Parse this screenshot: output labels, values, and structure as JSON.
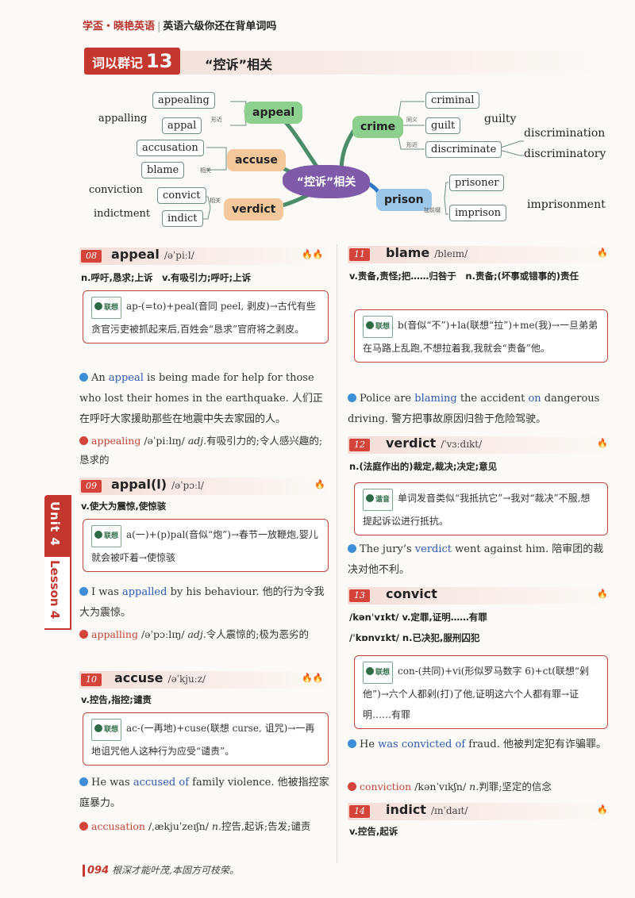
{
  "header": {
    "part1": "学盃・晓艳英语",
    "part2": "英语六级你还在背单词吗"
  },
  "group": {
    "label": "词以群记",
    "number": "13",
    "title": "“控诉”相关"
  },
  "mindmap": {
    "center": "“控诉”相关",
    "left_hubs": [
      {
        "hub": "appeal",
        "children": [
          "appealing",
          "appal"
        ],
        "extra": [
          "appalling"
        ],
        "tag": "形近"
      },
      {
        "hub": "accuse",
        "children": [
          "accusation",
          "blame"
        ],
        "tag": "相关"
      },
      {
        "hub": "verdict",
        "children": [
          "convict",
          "indict"
        ],
        "extra": [
          "conviction",
          "indictment"
        ],
        "tag": "相关"
      }
    ],
    "right_hubs": [
      {
        "hub": "crime",
        "children": [
          "criminal",
          "guilt",
          "discriminate"
        ],
        "extra": [
          "guilty",
          "discrimination",
          "discriminatory"
        ],
        "tags": [
          "同义",
          "形近"
        ]
      },
      {
        "hub": "prison",
        "children": [
          "prisoner",
          "imprison"
        ],
        "extra": [
          "imprisonment"
        ],
        "tag": "加前缀"
      }
    ]
  },
  "entries": {
    "e08": {
      "num": "08",
      "word": "appeal",
      "ipa": "/əˈpiːl/",
      "def": "n.呼吁,恳求;上诉　v.有吸引力;呼吁;上诉",
      "memo_tag": "联想",
      "memo": "ap-(=to)+peal(音同 peel, 剥皮)→古代有些贪官污吏被抓起来后,百姓会“恳求”官府将之剥皮。",
      "example_pre": "An ",
      "example_hl": "appeal",
      "example_post": " is being made for help for those who lost their homes in the earthquake. 人们正在呼吁大家援助那些在地震中失去家园的人。",
      "derived_word": "appealing",
      "derived_ipa": "/əˈpiːlɪŋ/",
      "derived_pos": "adj.",
      "derived_def": "有吸引力的;令人感兴趣的;恳求的"
    },
    "e09": {
      "num": "09",
      "word": "appal(l)",
      "ipa": "/əˈpɔːl/",
      "def": "v.使大为震惊,使惊骇",
      "memo_tag": "联想",
      "memo": "a(一)+(p)pal(音似“炮”)→春节一放鞭炮,婴儿就会被吓着→使惊骇",
      "example_pre": "I was ",
      "example_hl": "appalled",
      "example_post": " by his behaviour. 他的行为令我大为震惊。",
      "derived_word": "appalling",
      "derived_ipa": "/əˈpɔːlɪŋ/",
      "derived_pos": "adj.",
      "derived_def": "令人震惊的;极为恶劣的"
    },
    "e10": {
      "num": "10",
      "word": "accuse",
      "ipa": "/əˈkjuːz/",
      "def": "v.控告,指控;谴责",
      "memo_tag": "联想",
      "memo": "ac-(一再地)+cuse(联想 curse, 诅咒)→一再地诅咒他人这种行为应受“谴责”。",
      "example_pre": "He was ",
      "example_hl": "accused of",
      "example_post": " family violence. 他被指控家庭暴力。",
      "derived_word": "accusation",
      "derived_ipa": "/ˌækjuˈzeɪʃn/",
      "derived_pos": "n.",
      "derived_def": "控告,起诉;告发;谴责"
    },
    "e11": {
      "num": "11",
      "word": "blame",
      "ipa": "/bleɪm/",
      "def": "v.责备,责怪;把……归咎于　n.责备;(坏事或错事的)责任",
      "memo_tag": "联想",
      "memo": "b(音似“不”)+la(联想“拉”)+me(我)→一旦弟弟在马路上乱跑,不想拉着我,我就会“责备”他。",
      "example_pre": "Police are ",
      "example_hl": "blaming",
      "example_mid": " the accident ",
      "example_hl2": "on",
      "example_post": " dangerous driving. 警方把事故原因归咎于危险驾驶。"
    },
    "e12": {
      "num": "12",
      "word": "verdict",
      "ipa": "/ˈvɜːdɪkt/",
      "def": "n.(法庭作出的)裁定,裁决;决定;意见",
      "memo_tag": "谐音",
      "memo": "单词发音类似“我抵抗它”→我对“裁决”不服,想提起诉讼进行抵抗。",
      "example_pre": "The jury’s ",
      "example_hl": "verdict",
      "example_post": " went against him. 陪审团的裁决对他不利。"
    },
    "e13": {
      "num": "13",
      "word": "convict",
      "def1": "/kənˈvɪkt/ v.定罪,证明……有罪",
      "def2": "/ˈkɒnvɪkt/ n.已决犯,服刑囚犯",
      "memo_tag": "联想",
      "memo": "con-(共同)+vi(形似罗马数字 6)+ct(联想“剁他”)→六个人都剁(打)了他,证明这六个人都有罪→证明……有罪",
      "example_pre": "He ",
      "example_hl": "was convicted of",
      "example_post": " fraud. 他被判定犯有诈骗罪。",
      "derived_word": "conviction",
      "derived_ipa": "/kənˈvɪkʃn/",
      "derived_pos": "n.",
      "derived_def": "判罪;坚定的信念"
    },
    "e14": {
      "num": "14",
      "word": "indict",
      "ipa": "/ɪnˈdaɪt/",
      "def": "v.控告,起诉"
    }
  },
  "side_tab": {
    "unit": "Unit 4",
    "lesson": "Lesson 4"
  },
  "footer": {
    "page": "094",
    "motto": "根深才能叶茂,本固方可枝荣。"
  },
  "colors": {
    "accent_red": "#c4372f",
    "link_blue": "#2d59b3",
    "crime_hub": "#8ccf8f",
    "accuse_hub": "#f5c89b",
    "prison_hub": "#9dc7e8",
    "center_cloud": "#7e5aa8"
  }
}
